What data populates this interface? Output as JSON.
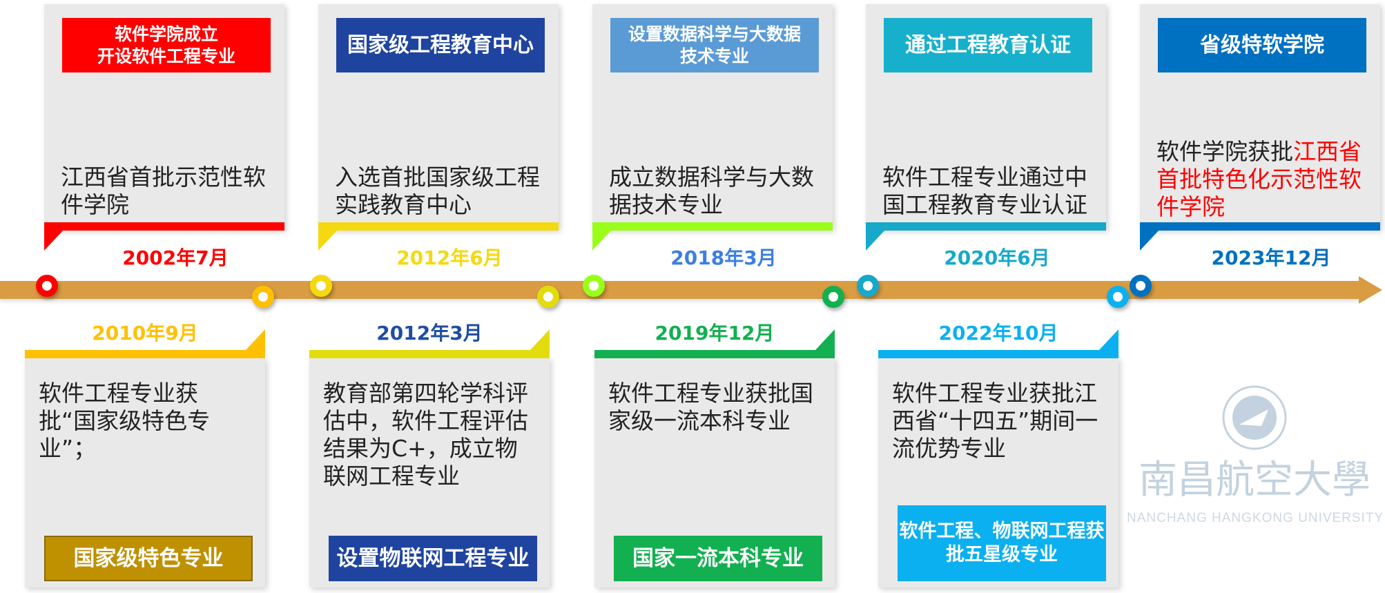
{
  "top": [
    {
      "label": "软件学院成立\n开设软件工程专业",
      "label_color": "#ff0000",
      "desc_parts": [
        {
          "text": "江西省首批示范性软件学院",
          "color": "#222222"
        }
      ],
      "date": "2002年7月",
      "color": "#ff0000",
      "date_color": "#ff0000"
    },
    {
      "label": "国家级工程教育中心",
      "label_color": "#1f44a0",
      "desc_parts": [
        {
          "text": "入选首批国家级工程实践教育中心",
          "color": "#222222"
        }
      ],
      "date": "2012年6月",
      "color": "#f5d910",
      "date_color": "#f5d910"
    },
    {
      "label": "设置数据科学与大数据\n技术专业",
      "label_color": "#5b9bd5",
      "desc_parts": [
        {
          "text": "成立数据科学与大数据技术专业",
          "color": "#222222"
        }
      ],
      "date": "2018年3月",
      "color": "#99ff1a",
      "date_color": "#3d7fe0"
    },
    {
      "label": "通过工程教育认证",
      "label_color": "#17b0cc",
      "desc_parts": [
        {
          "text": "软件工程专业通过中国工程教育专业认证",
          "color": "#222222"
        }
      ],
      "date": "2020年6月",
      "color": "#17a9c9",
      "date_color": "#17a9c9"
    },
    {
      "label": "省级特软学院",
      "label_color": "#0070c0",
      "desc_parts": [
        {
          "text": "软件学院获批",
          "color": "#222222"
        },
        {
          "text": "江西省首批特色化示范性软件学院",
          "color": "#ff0000"
        }
      ],
      "date": "2023年12月",
      "color": "#0070c0",
      "date_color": "#0070c0"
    }
  ],
  "bottom": [
    {
      "date": "2010年9月",
      "color": "#ffc000",
      "date_color": "#ffc000",
      "desc": "软件工程专业获批“国家级特色专业”；",
      "label": "国家级特色专业",
      "label_color": "#bf9000"
    },
    {
      "date": "2012年3月",
      "color": "#e3dc0c",
      "date_color": "#1f4ea0",
      "desc": "教育部第四轮学科评估中，软件工程评估结果为C+，成立物联网工程专业",
      "label": "设置物联网工程专业",
      "label_color": "#1f44a0"
    },
    {
      "date": "2019年12月",
      "color": "#12b050",
      "date_color": "#12b050",
      "desc": "软件工程专业获批国家级一流本科专业",
      "label": "国家一流本科专业",
      "label_color": "#12b050"
    },
    {
      "date": "2022年10月",
      "color": "#0bb0f0",
      "date_color": "#0bb0f0",
      "desc": "软件工程专业获批江西省“十四五”期间一流优势专业",
      "label": "软件工程、物联网工程获批五星级专业",
      "label_color": "#0bb0f0"
    }
  ],
  "watermark": {
    "cn": "南昌航空大學",
    "en": "NANCHANG HANGKONG UNIVERSITY"
  },
  "axis_color": "#d99c42"
}
